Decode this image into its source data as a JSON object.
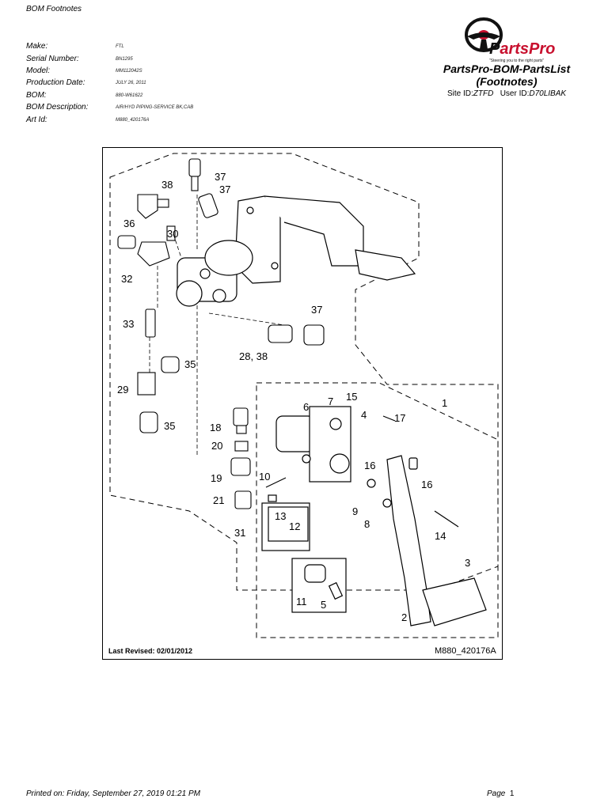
{
  "header": {
    "doc_title": "BOM Footnotes"
  },
  "meta": [
    {
      "label": "Make:",
      "value": "FTL"
    },
    {
      "label": "Serial Number:",
      "value": "BN1295"
    },
    {
      "label": "Model:",
      "value": "MM112042S"
    },
    {
      "label": "Production Date:",
      "value": "JULY 26, 2011"
    },
    {
      "label": "BOM:",
      "value": "880-W61622"
    },
    {
      "label": "BOM Description:",
      "value": "AIR/HYD PIPING-SERVICE BK,CAB"
    },
    {
      "label": "Art Id:",
      "value": "M880_420176A"
    }
  ],
  "brand": {
    "logo_text": "PartsPro",
    "tagline": "\"Steering you to the right parts\"",
    "report_title_1": "PartsPro-BOM-PartsList",
    "report_title_2": "(Footnotes)",
    "site_label": "Site ID:",
    "site_value": "ZTFD",
    "user_label": "User ID:",
    "user_value": "D70LIBAK",
    "accent_color": "#c8102e"
  },
  "diagram": {
    "last_revised": "Last Revised: 02/01/2012",
    "art_id": "M880_420176A",
    "callouts": [
      "37",
      "37",
      "38",
      "36",
      "30",
      "32",
      "33",
      "37",
      "28, 38",
      "35",
      "29",
      "35",
      "18",
      "20",
      "19",
      "21",
      "10",
      "6",
      "7",
      "15",
      "4",
      "17",
      "1",
      "16",
      "16",
      "9",
      "8",
      "13",
      "12",
      "31",
      "14",
      "3",
      "11",
      "5",
      "2"
    ]
  },
  "footer": {
    "printed": "Printed on: Friday, September 27, 2019 01:21 PM",
    "page_label": "Page",
    "page_number": "1"
  }
}
